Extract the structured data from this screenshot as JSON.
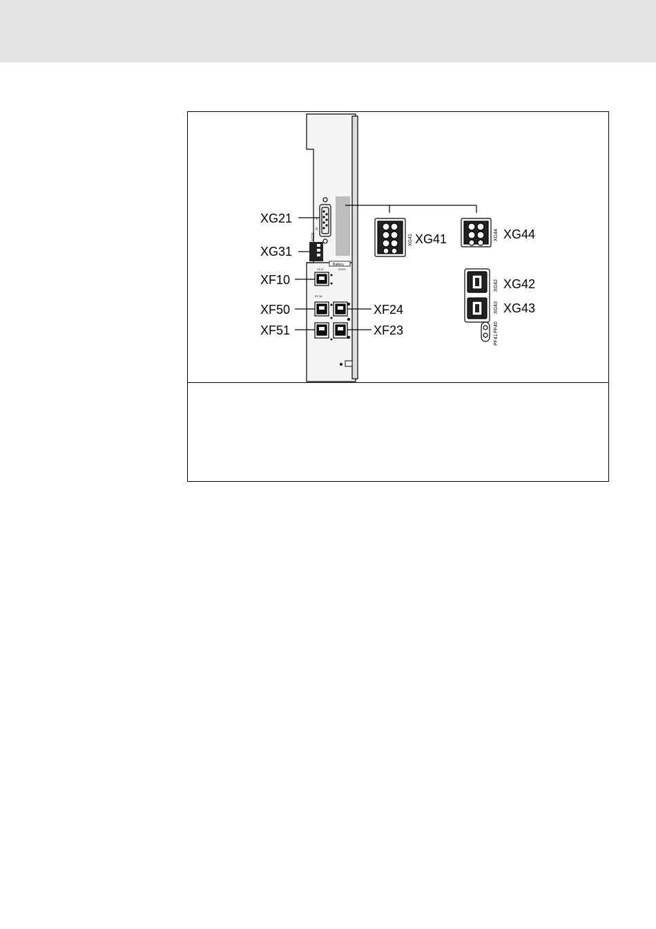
{
  "figure": {
    "callouts": {
      "xg21": "XG21",
      "xg31": "XG31",
      "xf10": "XF10",
      "xf50": "XF50",
      "xf51": "XF51",
      "xf24": "XF24",
      "xf23": "XF23",
      "xg41": "XG41",
      "xg44": "XG44",
      "xg42": "XG42",
      "xg43": "XG43"
    },
    "device_labels": {
      "xg41_small": "XG41",
      "xg44_small": "XG44",
      "xg42_small": "XG42",
      "xg43_small": "XG43",
      "pf40": "PF40",
      "pf41": "PF41",
      "battery": "Battery",
      "gsx": "GSX1",
      "xf10_small": "XF10",
      "pf50": "PF 50",
      "xg31_small": "XG31",
      "pin1": "1",
      "pin9": "9"
    }
  }
}
